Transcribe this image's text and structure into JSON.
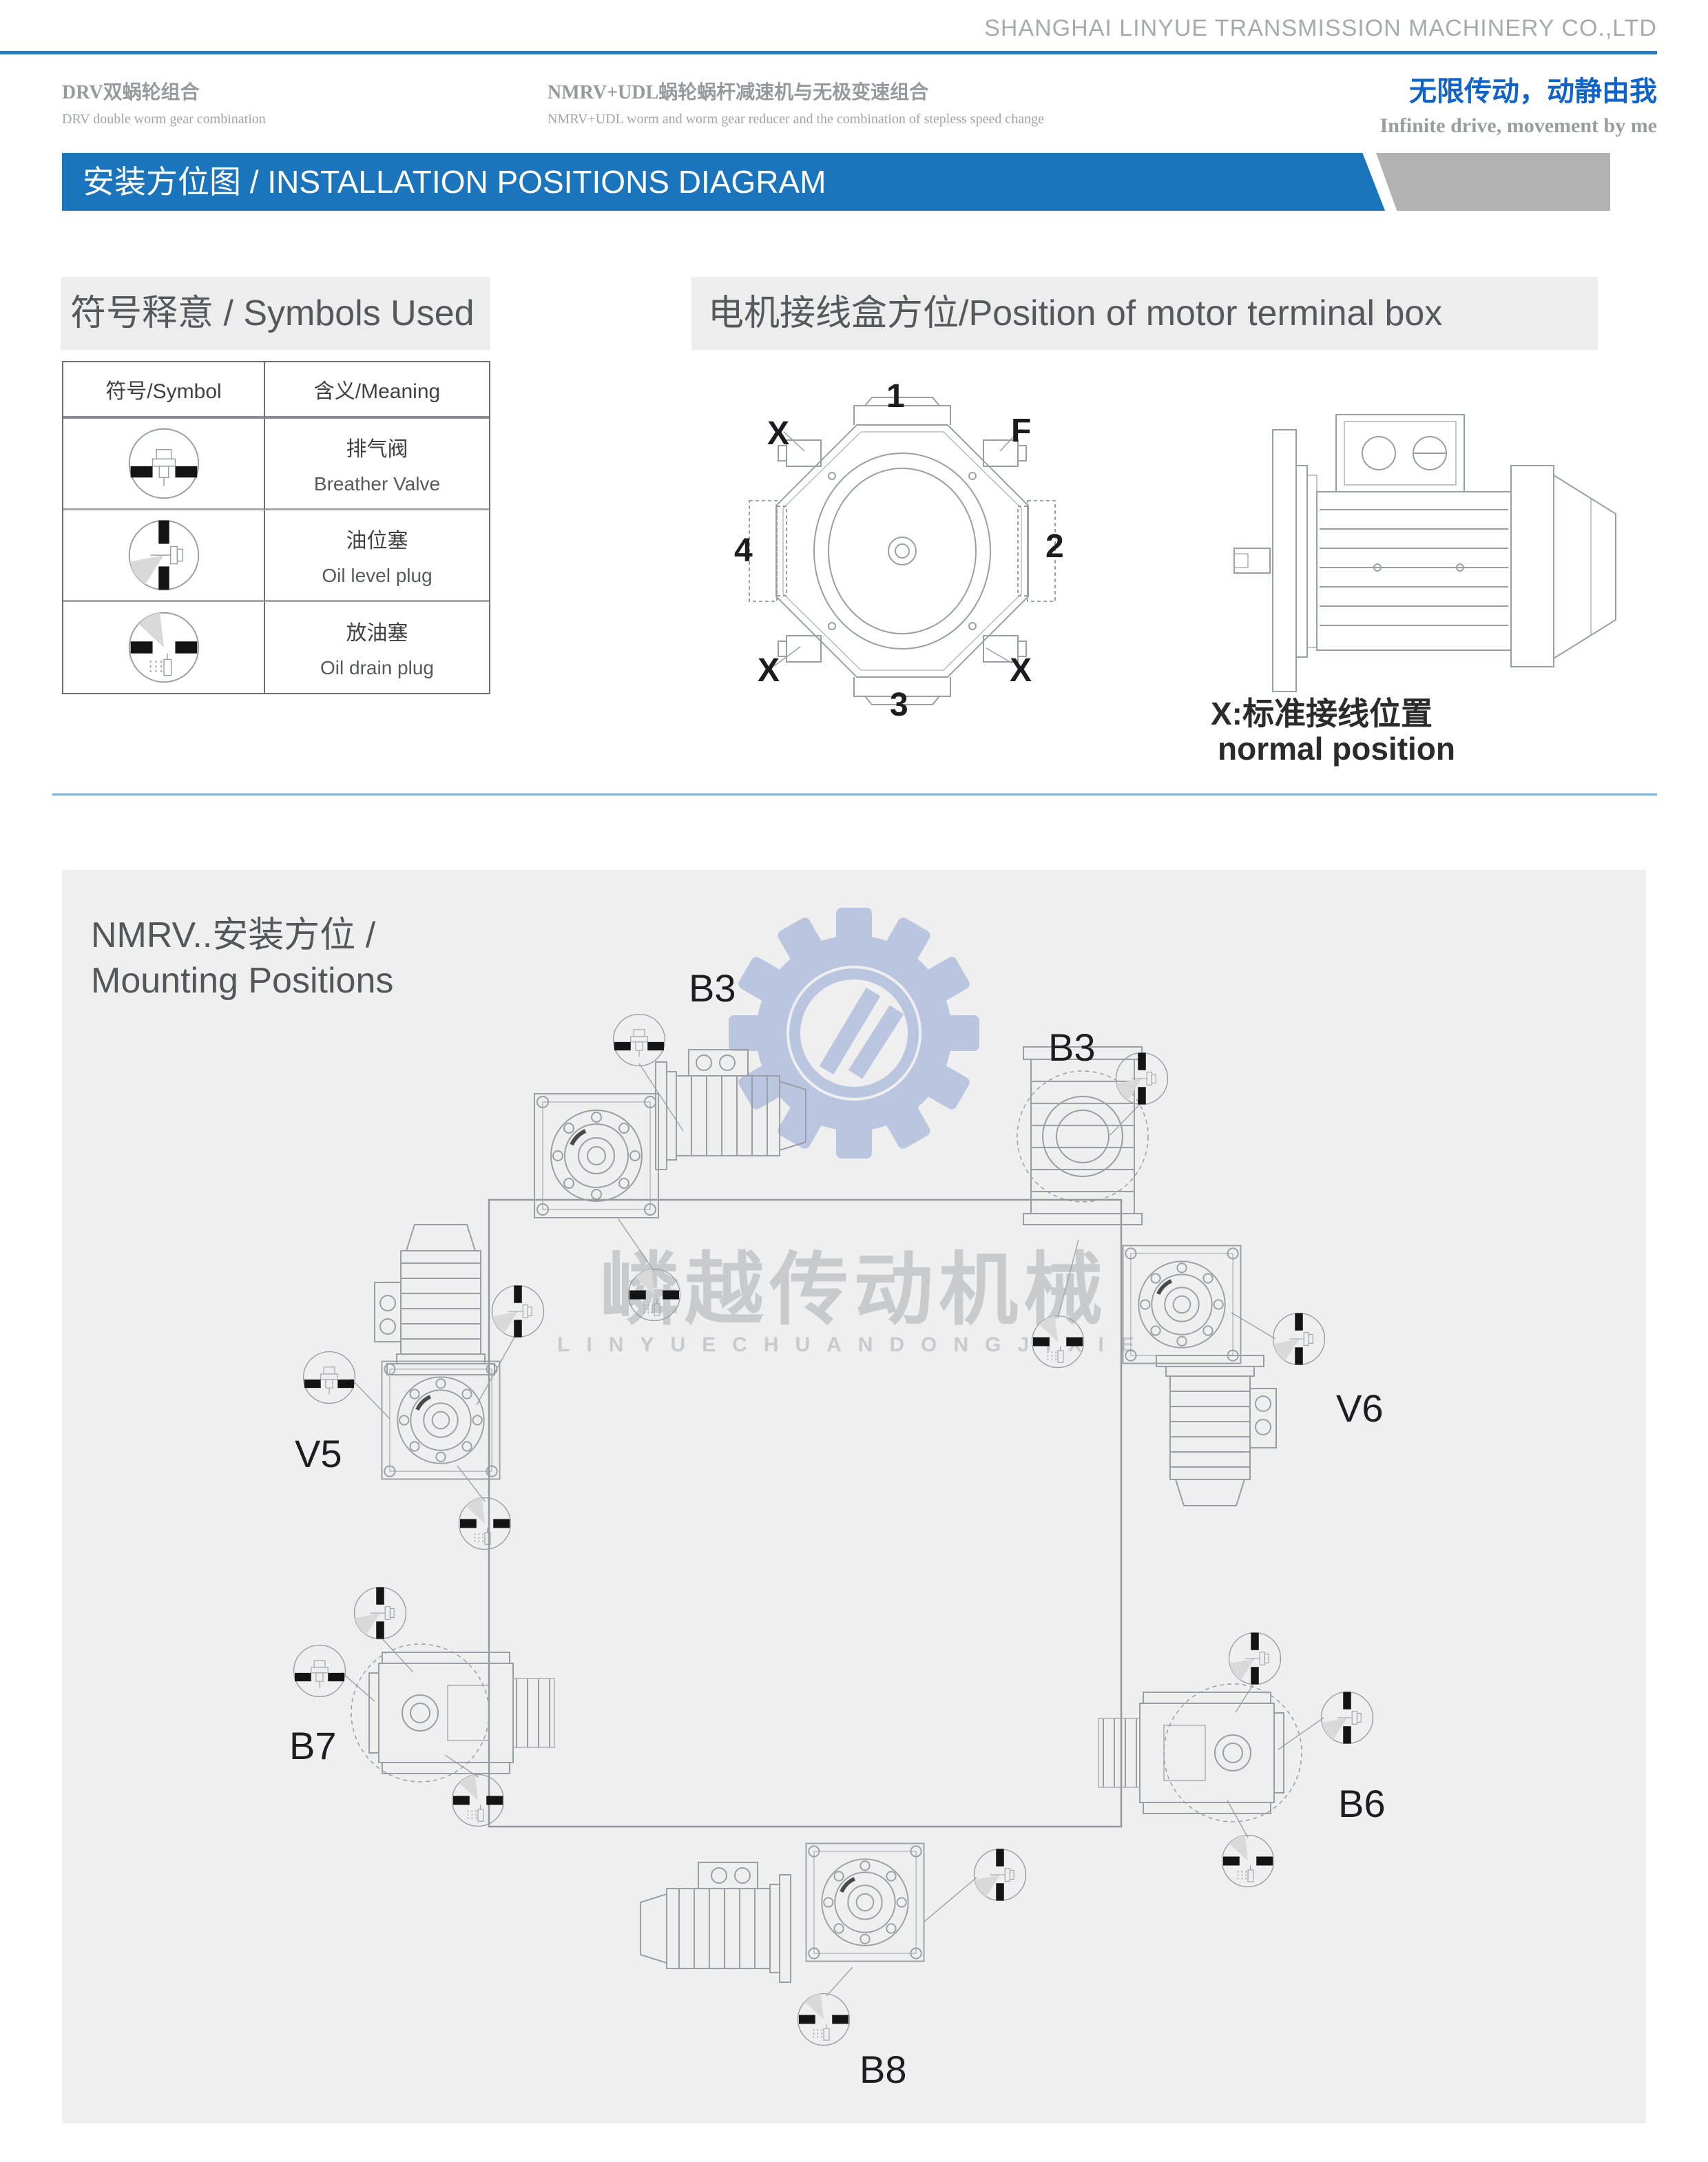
{
  "header": {
    "company": "SHANGHAI LINYUE TRANSMISSION MACHINERY CO.,LTD",
    "left_product_zh": "DRV双蜗轮组合",
    "left_product_en": "DRV double worm gear combination",
    "mid_product_zh": "NMRV+UDL蜗轮蜗杆减速机与无极变速组合",
    "mid_product_en": "NMRV+UDL worm and worm gear reducer and the combination of stepless speed change",
    "slogan_zh": "无限传动，动静由我",
    "slogan_en": "Infinite drive, movement by me"
  },
  "banner": {
    "title": "安装方位图 / INSTALLATION POSITIONS DIAGRAM"
  },
  "symbols_section": {
    "heading": "符号释意 / Symbols Used",
    "table": {
      "col_symbol": "符号/Symbol",
      "col_meaning": "含义/Meaning",
      "rows": [
        {
          "icon": "breather-valve-symbol",
          "zh": "排气阀",
          "en": "Breather Valve"
        },
        {
          "icon": "oil-level-plug-symbol",
          "zh": "油位塞",
          "en": "Oil level plug"
        },
        {
          "icon": "oil-drain-plug-symbol",
          "zh": "放油塞",
          "en": "Oil drain plug"
        }
      ]
    }
  },
  "terminal_box_section": {
    "heading": "电机接线盒方位/Position of motor terminal box",
    "front_view_labels": {
      "pos1": "1",
      "pos2": "2",
      "pos3": "3",
      "pos4": "4",
      "x_top_left": "X",
      "f_top_right": "F",
      "x_bottom_left": "X",
      "x_bottom_right": "X"
    },
    "note_zh": "X:标准接线位置",
    "note_en": "normal position"
  },
  "mounting_section": {
    "title_zh": "NMRV..安装方位 /",
    "title_en": "Mounting Positions",
    "watermark_zh": "嶙越传动机械",
    "watermark_en": "LINYUECHUANDONGJIXIE",
    "positions": [
      {
        "label": "B3"
      },
      {
        "label": "B3"
      },
      {
        "label": "V5"
      },
      {
        "label": "V6"
      },
      {
        "label": "B7"
      },
      {
        "label": "B6"
      },
      {
        "label": "B8"
      }
    ]
  },
  "colors": {
    "banner_blue": "#1b75bc",
    "slogan_blue": "#1063c8",
    "banner_gray": "#b2b2b2",
    "heading_bg": "#ededee",
    "panel_bg": "#efeff0",
    "watermark_blue": "#bac6df",
    "cad_line_gray": "#9b9ea3"
  }
}
